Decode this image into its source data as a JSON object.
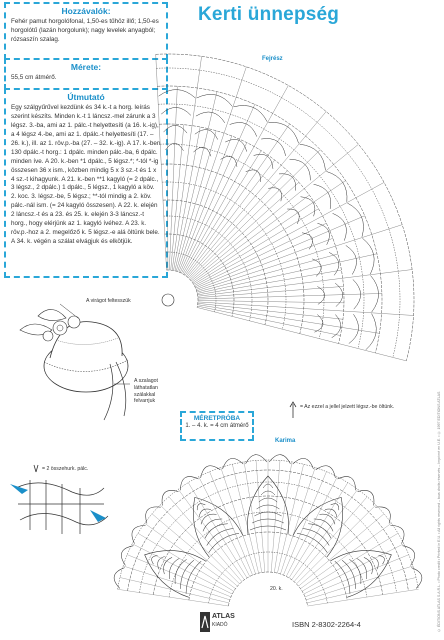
{
  "title": "Kerti ünnepség",
  "boxes": {
    "materials": {
      "heading": "Hozzávalók:",
      "text": "Fehér pamut horgolófonal, 1,50-es tűhöz illő; 1,50-es horgolótű (lazán horgolunk); nagy levelek anyagból; rózsaszín szalag."
    },
    "size": {
      "heading": "Mérete:",
      "text": "55,5 cm átmérő."
    },
    "guide": {
      "heading": "Útmutató",
      "text": "Egy szálgyűrűvel kezdünk és 34 k.-t a horg. leírás szerint készíts. Minden k.-t 1 láncsz.-mel zárunk a 3 légsz. 3.-ba, ami az 1. pálc.-t helyettesíti (a 16. k.-ig), a 4 légsz 4.-be, ami az 1. dpálc.-t helyettesíti (17. – 26. k.), ill. az 1. röv.p.-ba (27. – 32. k.-ig). A 17. k.-ben 130 dpálc.-t horg.: 1 dpálc. minden pálc.-ba, 6 dpálc. minden íve. A 20. k.-ben *1 dpálc., 5 légsz.*; *-tól *-ig összesen 36 x ism., közben mindig 5 x 3 sz.-t és 1 x 4 sz.-t kihagyunk. A 21. k.-ben **1 kagyló (= 2 dpálc., 3 légsz., 2 dpálc.) 1 dpálc., 5 légsz., 1 kagyló a köv. 2. koc. 3. légsz.-be, 5 légsz.; **-tól mindig a 2. köv. pálc.-nál ism. (= 24 kagyló összesen). A 22. k. elején 2 láncsz.-t és a 23. és 25. k. elején 3-3 láncsz.-t horg., hogy elérjünk az 1. kagyló ívéhez. A 23. k. röv.p.-hoz a 2. megelőző k. 5 légsz.-e alá öltünk bele. A 34. k. végén a szálat elvágjuk és elkötjük."
    }
  },
  "labels": {
    "fejresz": "Fejrész",
    "karima": "Karima",
    "flower_note": "A virágot feltesszük",
    "ribbon_note": "A szalagot láthatatlan szálakkal felvarrjuk",
    "arrow_note": "= Az ezzel a jellel jelzett légsz.-be öltünk.",
    "stitch_note": "= 2 összehurk. pálc.",
    "row_label": "20. k."
  },
  "gauge": {
    "heading": "MÉRETPRÓBA",
    "text": "1. – 4. k. = 4 cm átmérő"
  },
  "isbn": "ISBN 2-8302-2264-4",
  "logo": {
    "line1": "ATLAS",
    "line2": "KIADÓ"
  },
  "sidebar": "© ÉDITIONS ATLAS S.A.R.L. • Photo credit • Printed in E.U. • All rights reserved – tous droits réservés – Imprimé en U.E. • © 1997 EDITIONS ATLAS"
}
